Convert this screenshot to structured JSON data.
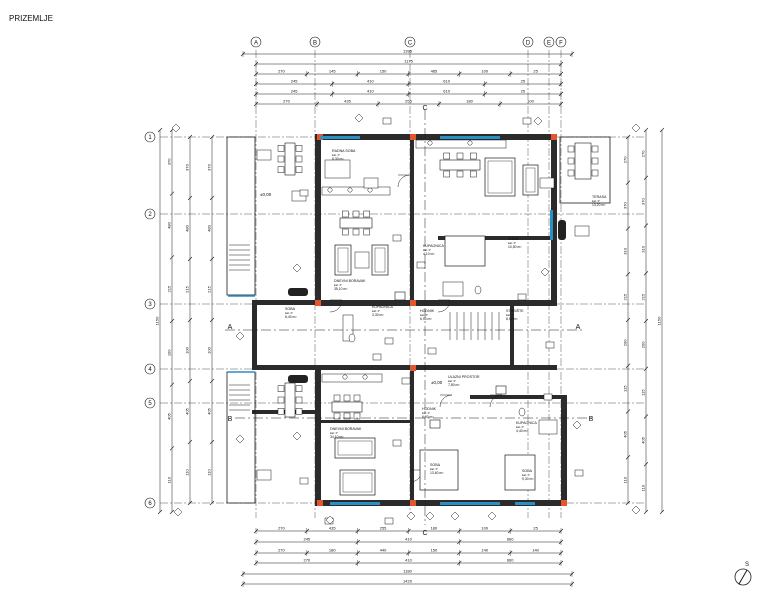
{
  "page": {
    "title": "PRIZEMLJE"
  },
  "grid": {
    "columns": [
      "A",
      "B",
      "C",
      "D",
      "E",
      "F"
    ],
    "rows": [
      "1",
      "2",
      "3",
      "4",
      "5",
      "6"
    ]
  },
  "sections": {
    "horizontal": "A",
    "vertical": "C",
    "right": "B"
  },
  "dimensions": {
    "top": [
      [
        "1395"
      ],
      [
        "1175"
      ],
      [
        "270",
        "145",
        "150",
        "485",
        "100",
        "25"
      ],
      [
        "245",
        "410",
        "610",
        "25"
      ],
      [
        "245",
        "410",
        "610",
        "25"
      ],
      [
        "270",
        "435",
        "255",
        "180",
        "100"
      ]
    ],
    "bottom": [
      [
        "270",
        "435",
        "255",
        "180",
        "100",
        "25"
      ],
      [
        "245",
        "410",
        "660"
      ],
      [
        "270",
        "180",
        "440",
        "150",
        "140",
        "140"
      ],
      [
        "270",
        "410",
        "660"
      ],
      [
        "1180"
      ],
      [
        "1420"
      ]
    ],
    "left": [
      "370",
      "480",
      "215",
      "100",
      "405",
      "110"
    ],
    "right": [
      "270",
      "370",
      "310",
      "215",
      "200",
      "115",
      "405",
      "110"
    ]
  },
  "rooms": [
    {
      "name": "RADNA SOBA",
      "area": "8,30 m²"
    },
    {
      "name": "DNEVNI BORAVAK",
      "area": "35,10 m²"
    },
    {
      "name": "DNEVNI BORAVAK",
      "area": "34,10 m²"
    },
    {
      "name": "SOBA",
      "area": "8,40 m²"
    },
    {
      "name": "KUPAONICA",
      "area": "3,30 m²"
    },
    {
      "name": "HODNIK",
      "area": "6,90 m²"
    },
    {
      "name": "KUPAONICA",
      "area": "4,10 m²"
    },
    {
      "name": "SOBA",
      "area": "10,50 m²"
    },
    {
      "name": "HODNIK",
      "area": "6,00 m²"
    },
    {
      "name": "STUBIŠTE",
      "area": "8,50 m²"
    },
    {
      "name": "ULAZNI PROSTOR",
      "area": "7,80 m²"
    },
    {
      "name": "SOBA",
      "area": "13,60 m²"
    },
    {
      "name": "SOBA",
      "area": "9,30 m²"
    },
    {
      "name": "KUPAONICA",
      "area": "4,40 m²"
    },
    {
      "name": "TERASA",
      "area": "13,20 m²"
    }
  ],
  "level": "±0,00",
  "north": "S",
  "colors": {
    "line": "#1a1a1a",
    "accent": "#e4572e",
    "window": "#2a8fc4"
  }
}
